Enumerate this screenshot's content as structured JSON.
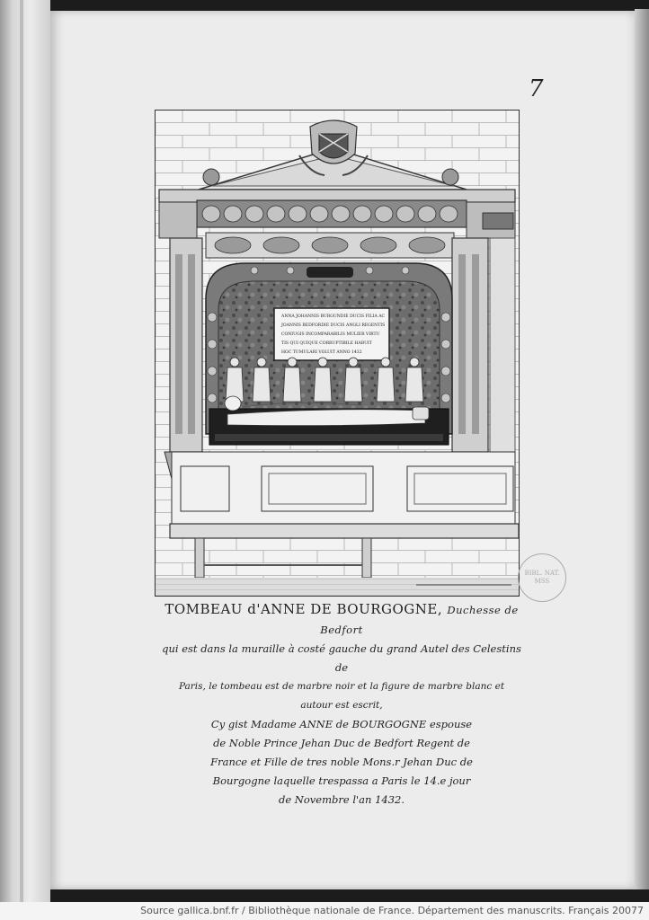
{
  "page": {
    "folio_number": "7",
    "stamp_text": "BIBL. NAT. MSS"
  },
  "engraving": {
    "epitaph_lines": [
      "ANNA JOHANNIS BURGUNDIE DUCIS FILIA AC",
      "JOANNIS BEDFORDIE DUCIS ANGLI REGENTIS",
      "CONIUGIS INCOMPARABILIS MULIER VIRTU",
      "TIS QUI QUIQUE CORRUPTIBILE HABUIT",
      "HOC TUMULARI VOLUIT ANNO 1432"
    ]
  },
  "caption": {
    "title_main": "TOMBEAU d'ANNE DE BOURGOGNE,",
    "title_rest": "Duchesse de Bedfort",
    "lines": [
      "qui est dans la muraille à costé gauche du grand Autel des Celestins de",
      "Paris, le tombeau est de marbre noir et la figure de marbre blanc et autour est escrit,",
      "Cy gist Madame ANNE de BOURGOGNE espouse",
      "de Noble Prince Jehan Duc de Bedfort Regent de",
      "France et Fille de tres noble Mons.r Jehan Duc de",
      "Bourgogne laquelle trespassa a Paris le 14.e jour",
      "de Novembre l'an 1432."
    ]
  },
  "footer": {
    "source": "Source gallica.bnf.fr / Bibliothèque nationale de France. Département des manuscrits. Français 20077"
  }
}
